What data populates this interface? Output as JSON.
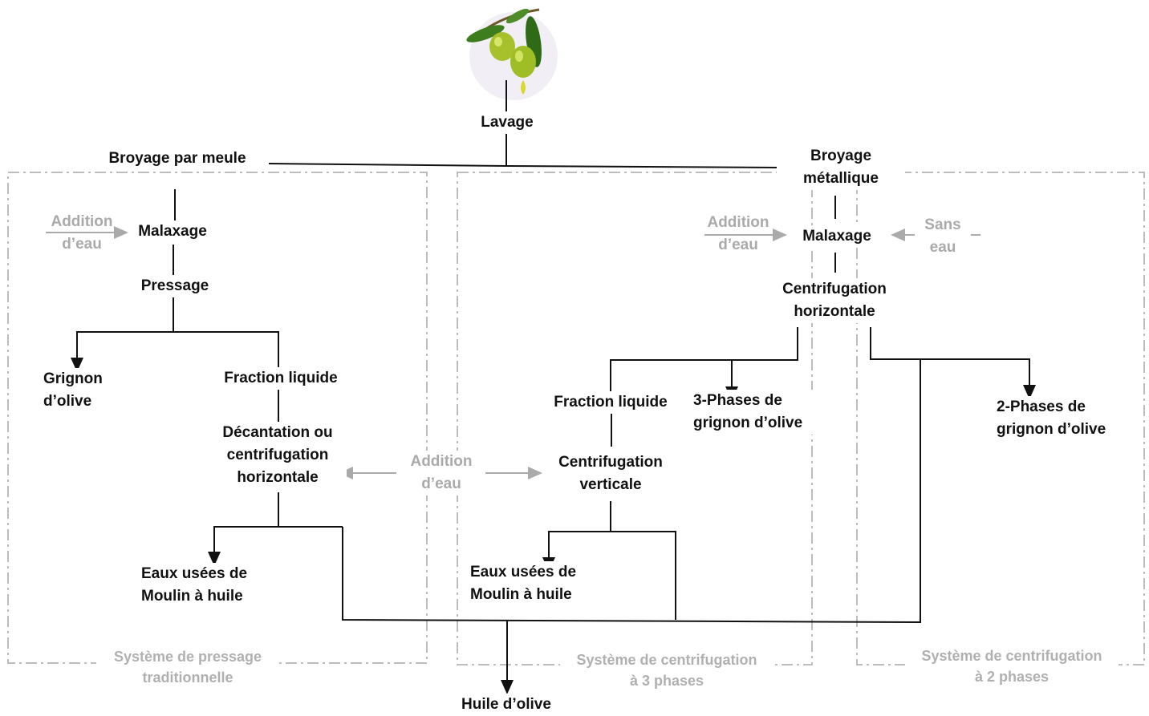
{
  "nodes": {
    "lavage": "Lavage",
    "broyage_meule": "Broyage par meule",
    "broyage_metal": "Broyage\nmétallique",
    "addition_eau_left": "Addition\nd’eau",
    "malaxage_left": "Malaxage",
    "pressage": "Pressage",
    "grignon_olive": "Grignon\nd’olive",
    "fraction_liquide_left": "Fraction liquide",
    "decantation": "Décantation ou\ncentrifugation\nhorizontale",
    "addition_eau_center": "Addition\nd’eau",
    "eaux_usees_left": "Eaux usées de\nMoulin à huile",
    "addition_eau_right": "Addition\nd’eau",
    "malaxage_right": "Malaxage",
    "sans_eau": "Sans\neau",
    "centrif_horizontale": "Centrifugation\nhorizontale",
    "fraction_liquide_mid": "Fraction liquide",
    "phases3": "3-Phases de\ngrignon d’olive",
    "phases2": "2-Phases de\ngrignon d’olive",
    "centrif_verticale": "Centrifugation\nverticale",
    "eaux_usees_mid": "Eaux usées de\nMoulin à huile",
    "huile": "Huile d’olive"
  },
  "systems": {
    "pressage": "Système de pressage\ntraditionnelle",
    "centrif3": "Système de centrifugation\nà 3 phases",
    "centrif2": "Système de centrifugation\nà 2 phases"
  },
  "icon": "olive-branch-icon",
  "colors": {
    "line": "#111111",
    "grey_text": "#aaaaaa",
    "box_border": "#bdbdbd"
  }
}
